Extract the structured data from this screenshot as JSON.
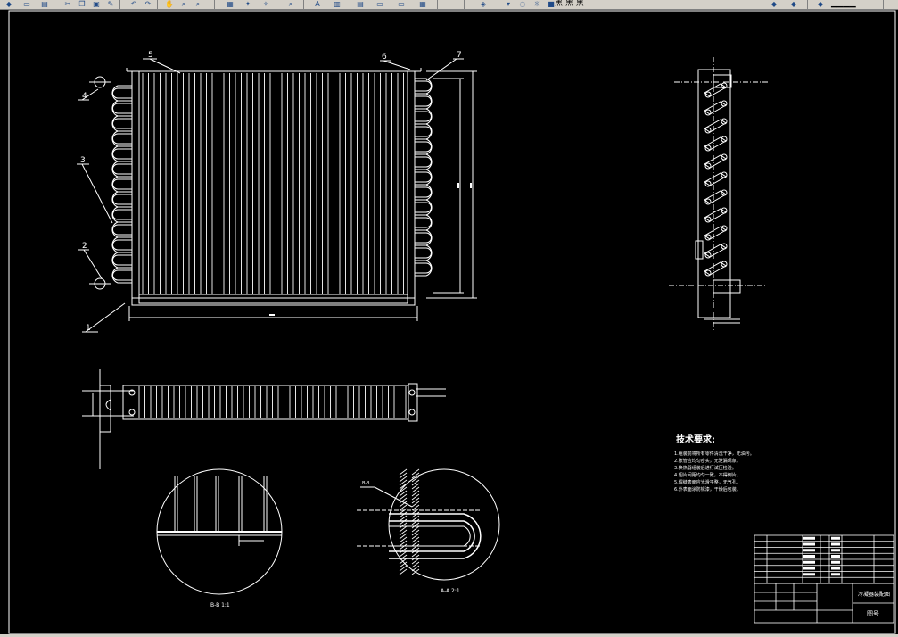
{
  "app": {
    "toolbar_label": "黑 黑 黑"
  },
  "toolbar": {
    "icons": [
      "layer-icon",
      "open-icon",
      "print-icon",
      "cut-icon",
      "undo-icon",
      "pan-icon",
      "zoom-icon",
      "zoom-window-icon",
      "properties-icon",
      "text-style-icon",
      "dim-style-icon",
      "table-icon",
      "layer-manager-icon",
      "color-icon",
      "linetype-icon",
      "lineweight-icon",
      "plot-style-icon",
      "view-icon",
      "render-icon"
    ]
  },
  "drawing": {
    "main_labels": [
      "5",
      "6",
      "7",
      "4",
      "3",
      "2",
      "1"
    ],
    "side_view_labels": [],
    "tech_title": "技术要求:",
    "tech_notes": [
      "1.组装前将所有零件清洗干净，无油污。",
      "2.胀管应均匀密实，无泄漏现象。",
      "3.换热器组装后进行试压检验。",
      "4.翅片间距均匀一致，不得倒片。",
      "5.焊缝表面应光滑平整，无气孔。",
      "6.外表面涂防锈漆，干燥后包装。"
    ],
    "detail_b_label": "B-B  1:1",
    "detail_a_label": "A-A  2:1",
    "detail_a_callout": "B-B",
    "title_block_name": "冷凝器装配图",
    "title_block_code": "图号"
  },
  "colors": {
    "background": "#000000",
    "line": "#ffffff",
    "toolbar": "#d4d0c8"
  }
}
